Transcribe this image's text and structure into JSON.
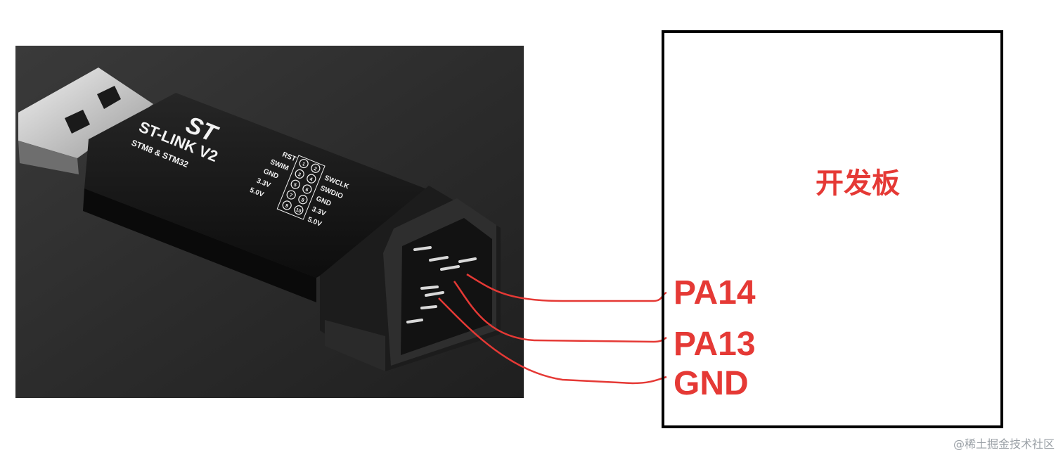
{
  "device": {
    "brand_logo": "ST",
    "name": "ST-LINK V2",
    "subtitle": "STM8 & STM32",
    "pinout_left": [
      "RST",
      "SWIM",
      "GND",
      "3.3V",
      "5.0V"
    ],
    "pinout_right": [
      "SWCLK",
      "SWDIO",
      "GND",
      "3.3V",
      "5.0V"
    ],
    "pin_numbers": [
      "1",
      "2",
      "3",
      "4",
      "5",
      "6",
      "7",
      "8",
      "9",
      "10"
    ]
  },
  "board": {
    "label": "开发板"
  },
  "pins": [
    "PA14",
    "PA13",
    "GND"
  ],
  "colors": {
    "wire": "#e53935",
    "label": "#e53935",
    "box_border": "#000000"
  },
  "watermark": "@稀土掘金技术社区"
}
